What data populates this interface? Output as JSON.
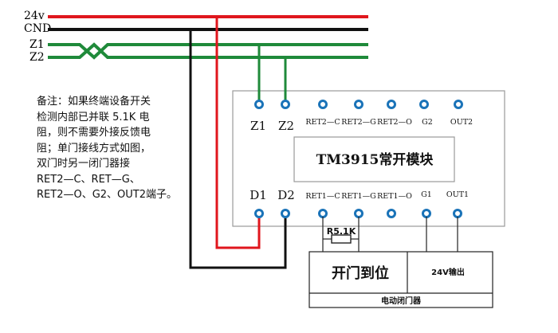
{
  "buses": [
    {
      "label": "24v",
      "color": "#e0161d"
    },
    {
      "label": "CND",
      "color": "#111111"
    },
    {
      "label": "Z1",
      "color": "#1f8a3a"
    },
    {
      "label": "Z2",
      "color": "#1f8a3a"
    }
  ],
  "note_lines": [
    "备注：如果终端设备开关",
    "检测内部已并联 5.1K 电",
    "阻，则不需要外接反馈电",
    "阻；单门接线方式如图，",
    "双门时另一闭门器接",
    "RET2—C、RET—G、",
    "RET2—O、G2、OUT2端子。"
  ],
  "module": {
    "title": "TM3915常开模块",
    "top_terminals": [
      "Z1",
      "Z2",
      "RET2—C",
      "RET2—G",
      "RET2—O",
      "G2",
      "OUT2"
    ],
    "bottom_terminals": [
      "D1",
      "D2",
      "RET1—C",
      "RET1—G",
      "RET1—O",
      "G1",
      "OUT1"
    ]
  },
  "resistor_label": "R5.1K",
  "door_closer": {
    "main_label": "开门到位",
    "output_label": "24V输出",
    "name": "电动闭门器"
  },
  "colors": {
    "red": "#e0161d",
    "black": "#111111",
    "green": "#1f8a3a",
    "terminal_blue": "#1a73b8",
    "box_border": "#9a9a9a"
  }
}
